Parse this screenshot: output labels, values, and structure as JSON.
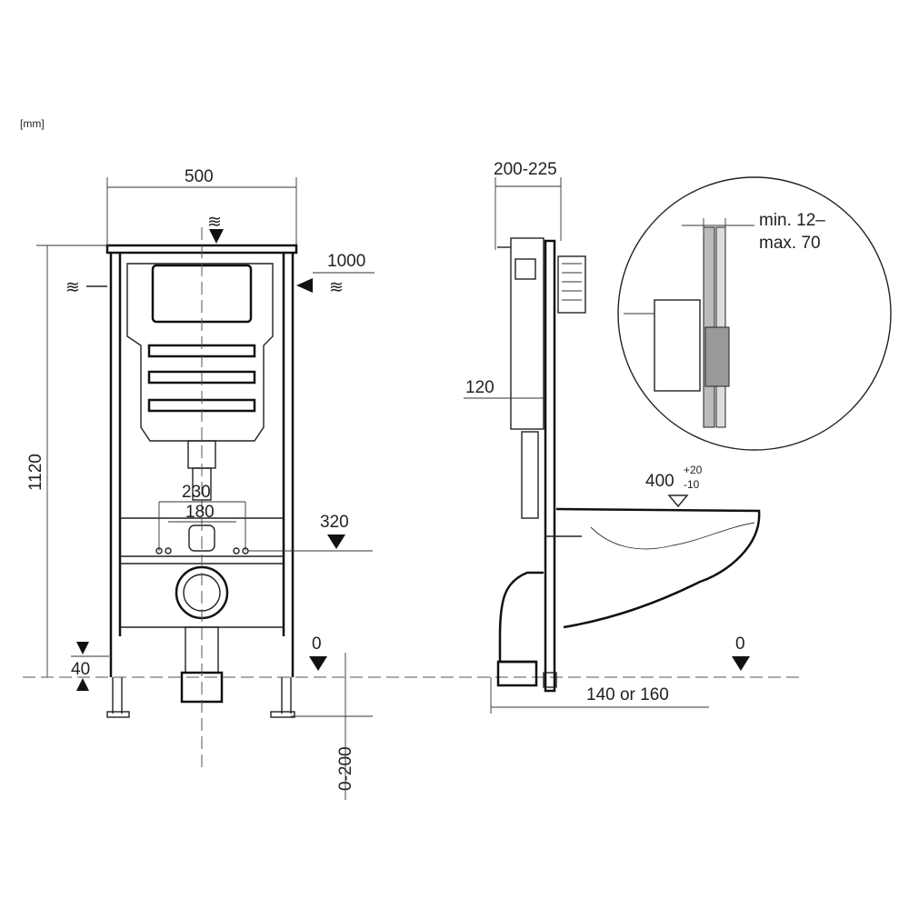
{
  "units": "[mm]",
  "front_view": {
    "width": "500",
    "side_offset": "1000",
    "height": "1120",
    "spacing_outer": "230",
    "spacing_inner": "180",
    "bolt_height": "320",
    "foot": "40",
    "floor_level": "0",
    "floor_adjust": "0-200"
  },
  "side_view": {
    "depth": "200-225",
    "cistern": "120",
    "seat_height": "400",
    "seat_tol_plus": "+20",
    "seat_tol_minus": "-10",
    "floor_level": "0",
    "wall_distance": "140 or 160"
  },
  "detail": {
    "wall_min": "min. 12–",
    "wall_max": "max. 70"
  }
}
